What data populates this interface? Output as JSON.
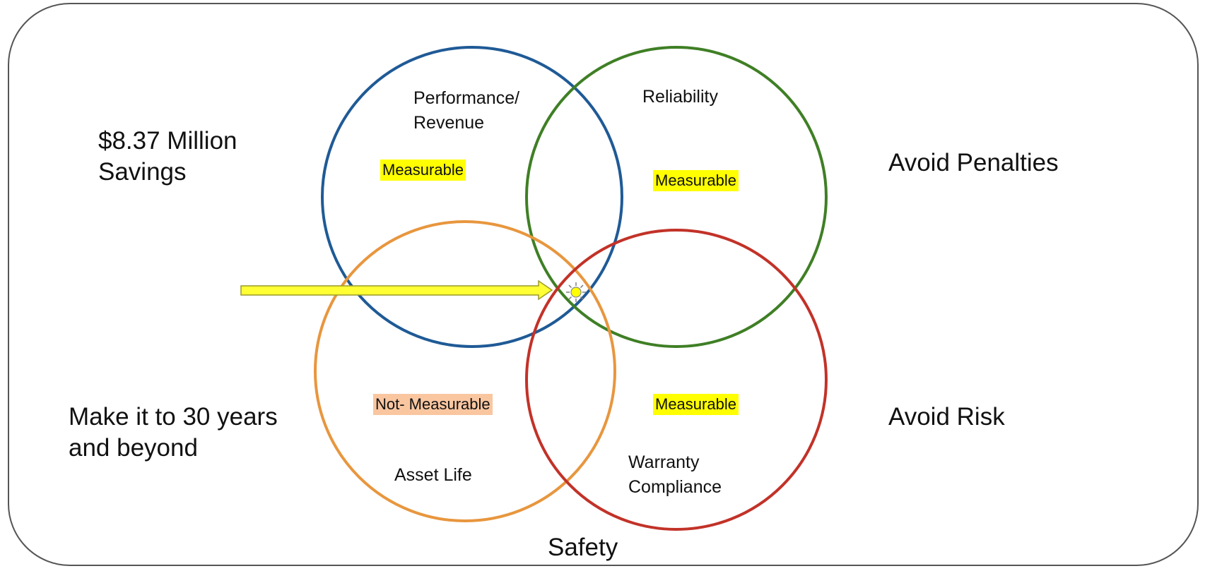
{
  "colors": {
    "blue": "#1f5a96",
    "green": "#3f7f25",
    "orange": "#e8963e",
    "red": "#c23228",
    "arrow_fill": "#ffff33",
    "arrow_stroke": "#9a9a2a",
    "measurable_highlight": "#ffff00",
    "not_measurable_highlight": "#f9c6a0"
  },
  "left_top_note": {
    "line1": "$8.37 Million",
    "line2": "Savings"
  },
  "left_bottom_note": {
    "line1": "Make it to 30 years",
    "line2": "and beyond"
  },
  "right_top_note": "Avoid Penalties",
  "right_bottom_note": "Avoid Risk",
  "bottom_label": "Safety",
  "circles": {
    "performance": {
      "line1": "Performance/",
      "line2": "Revenue",
      "badge": "Measurable",
      "color": "blue"
    },
    "reliability": {
      "label": "Reliability",
      "badge": "Measurable",
      "color": "green"
    },
    "asset_life": {
      "label": "Asset Life",
      "badge": "Not- Measurable",
      "color": "orange"
    },
    "warranty": {
      "line1": "Warranty",
      "line2": "Compliance",
      "badge": "Measurable",
      "color": "red"
    }
  },
  "icons": {
    "arrow": "right-arrow-icon",
    "center": "sun-icon"
  }
}
